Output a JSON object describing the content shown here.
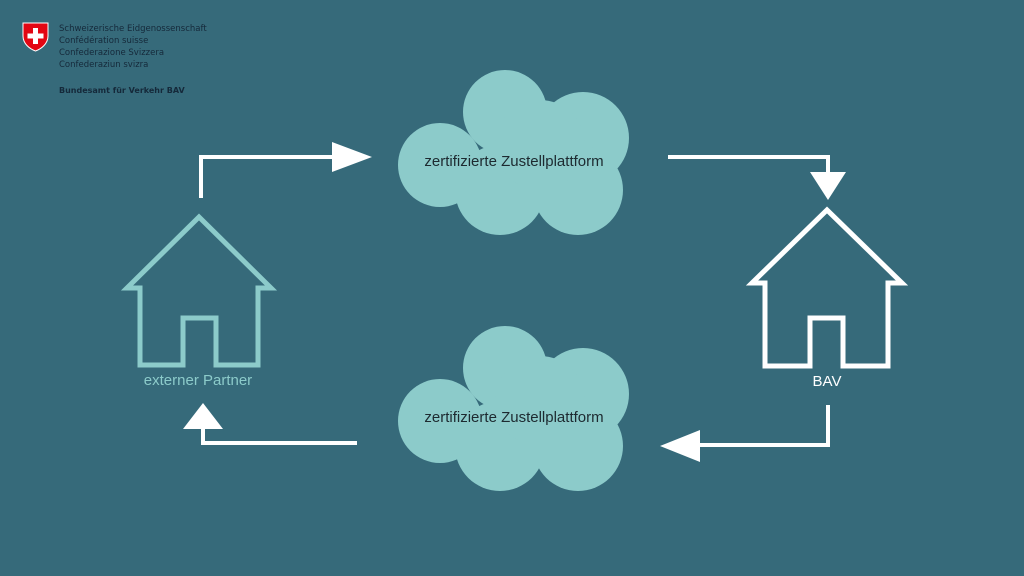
{
  "header": {
    "lines": [
      "Schweizerische Eidgenossenschaft",
      "Confédération suisse",
      "Confederazione Svizzera",
      "Confederaziun svizra"
    ],
    "office": "Bundesamt für Verkehr BAV"
  },
  "diagram": {
    "top_cloud": "zertifizierte Zustellplattform",
    "bottom_cloud": "zertifizierte Zustellplattform",
    "left_house": "externer Partner",
    "right_house": "BAV"
  },
  "colors": {
    "background": "#366a7a",
    "cloud": "#8ccbca",
    "partner": "#8ccbca",
    "bav": "#ffffff"
  }
}
